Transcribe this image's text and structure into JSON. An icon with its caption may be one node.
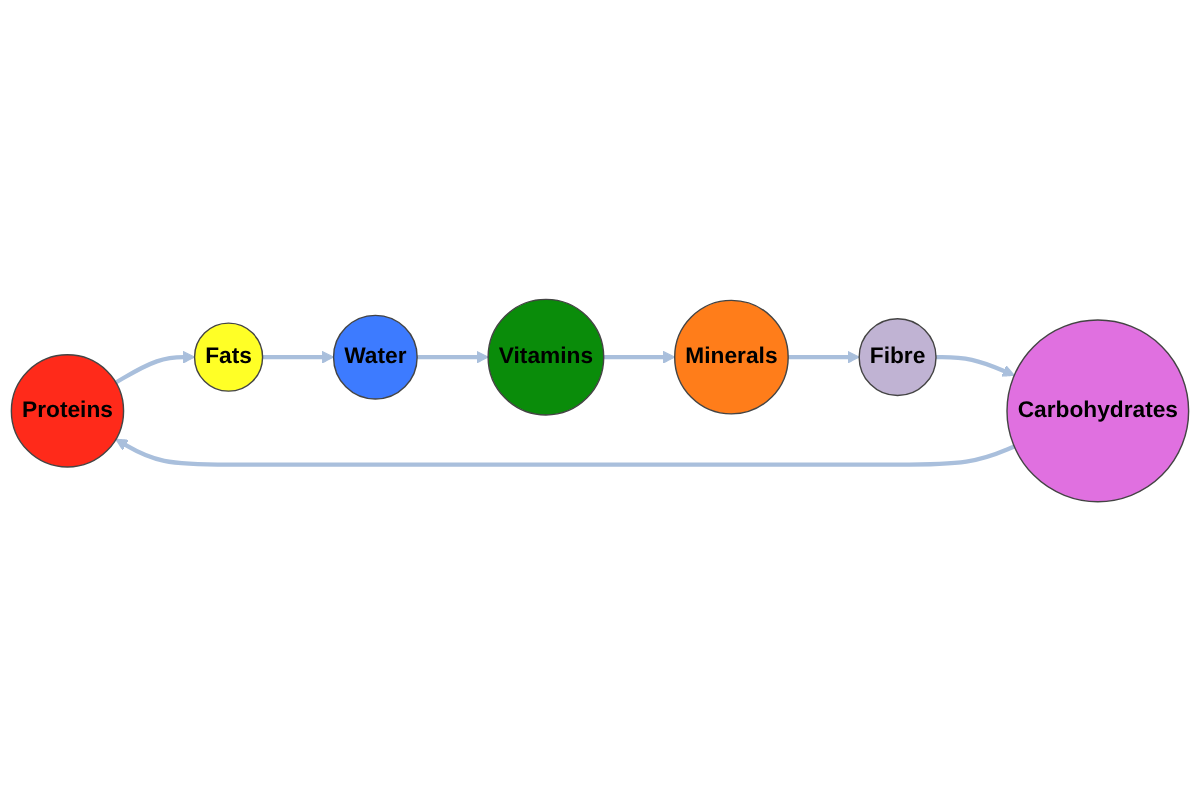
{
  "diagram": {
    "nodes": [
      {
        "text": [
          "Proteins"
        ]
      },
      {
        "text": [
          "Fats"
        ]
      },
      {
        "text": [
          "Water"
        ]
      },
      {
        "text": [
          "Vitamins"
        ]
      },
      {
        "text": [
          "Minerals"
        ]
      },
      {
        "text": [
          "Fibre"
        ]
      },
      {
        "text": [
          "Carbohydrates"
        ]
      }
    ],
    "edges": [
      {
        "from": 0,
        "to": 1,
        "arrow": "to"
      },
      {
        "from": 1,
        "to": 2,
        "arrow": "to"
      },
      {
        "from": 2,
        "to": 3,
        "arrow": "to"
      },
      {
        "from": 3,
        "to": 4,
        "arrow": "to"
      },
      {
        "from": 4,
        "to": 5,
        "arrow": "to"
      },
      {
        "from": 5,
        "to": 6,
        "arrow": "to"
      },
      {
        "from": 6,
        "to": 0,
        "arrow": "to"
      }
    ]
  }
}
